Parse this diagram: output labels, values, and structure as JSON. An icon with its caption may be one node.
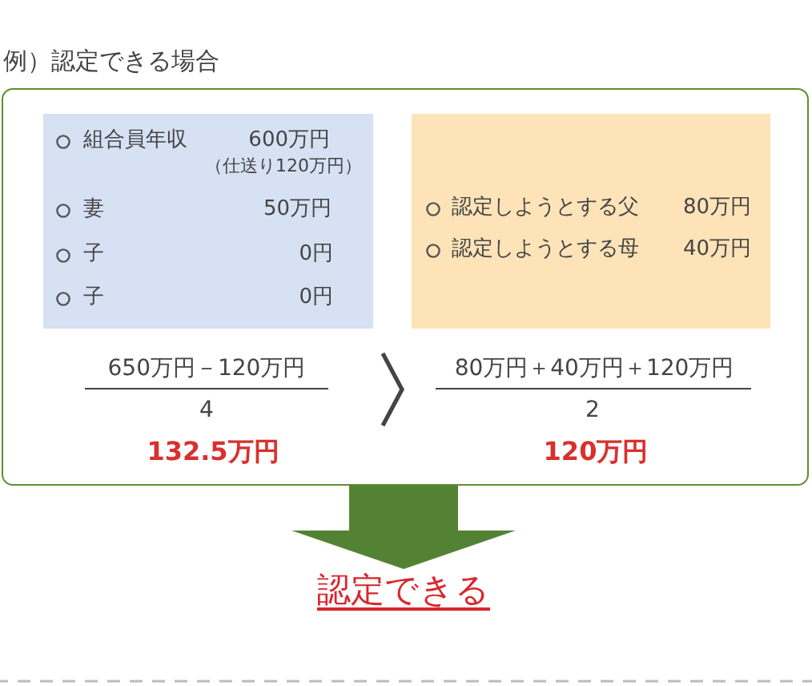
{
  "diagram": {
    "title": "例）認定できる場合",
    "nodes": [
      {
        "text": [
          "650万円－120万円",
          "4",
          "132.5万円",
          "80万円＋40万円＋120万円",
          "2",
          "120万円"
        ]
      },
      {
        "text": [
          "組合員年収",
          "600万円",
          "（仕送り120万円）",
          "妻",
          "50万円",
          "子",
          "0円",
          "子",
          "0円"
        ],
        "in": 0
      },
      {
        "text": [
          "認定しようとする父",
          "80万円",
          "認定しようとする母",
          "40万円"
        ],
        "in": 0
      },
      {
        "text": [
          "認定できる"
        ]
      }
    ],
    "edges": [
      {
        "from": 0,
        "to": 3,
        "arrow": "to",
        "color": "#548235"
      }
    ]
  }
}
